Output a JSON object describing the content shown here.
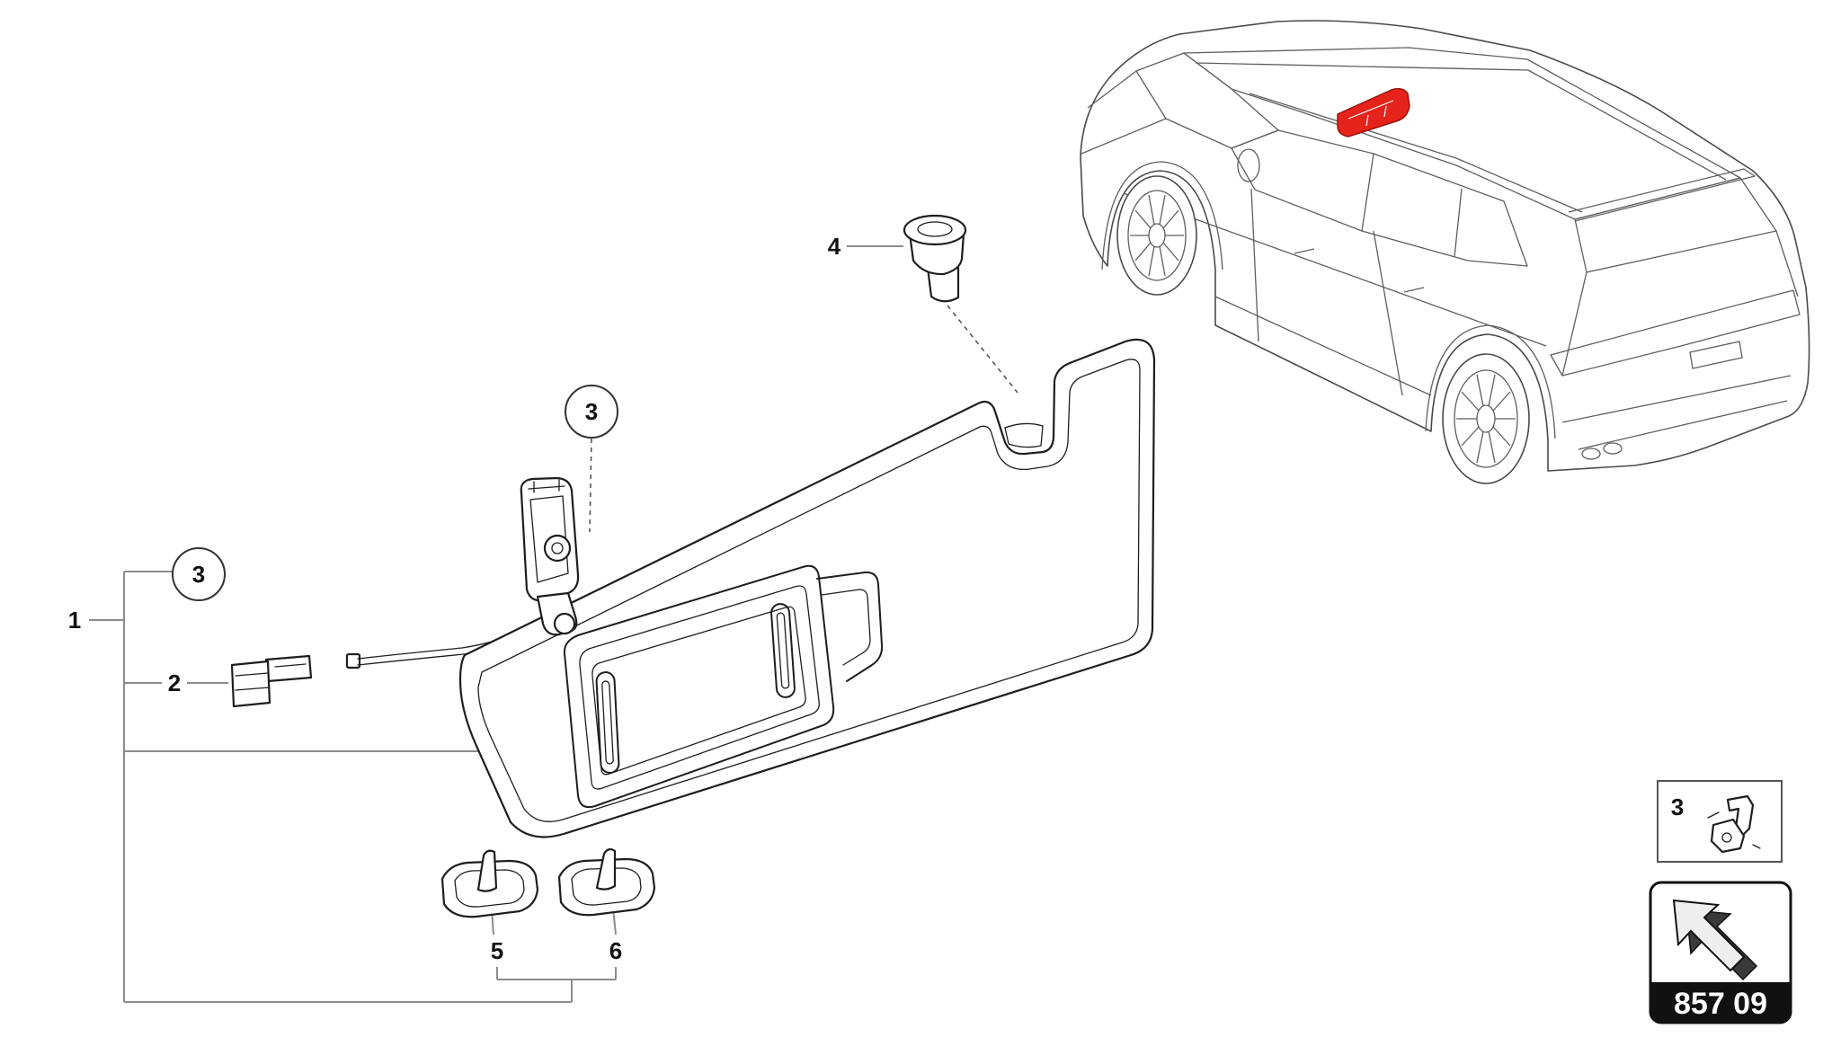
{
  "callouts": {
    "item_1": "1",
    "item_2": "2",
    "item_3_a": "3",
    "item_3_b": "3",
    "item_4": "4",
    "item_5": "5",
    "item_6": "6"
  },
  "detail_inset": {
    "label": "3"
  },
  "page_reference": {
    "code": "857 09"
  },
  "icons": {
    "page_reference": "arrow-up-left-icon"
  },
  "colors": {
    "line": "#1e1e1e",
    "leader": "#8c8c8c",
    "highlight": "#e5231b",
    "band": "#111111",
    "background": "#ffffff"
  }
}
